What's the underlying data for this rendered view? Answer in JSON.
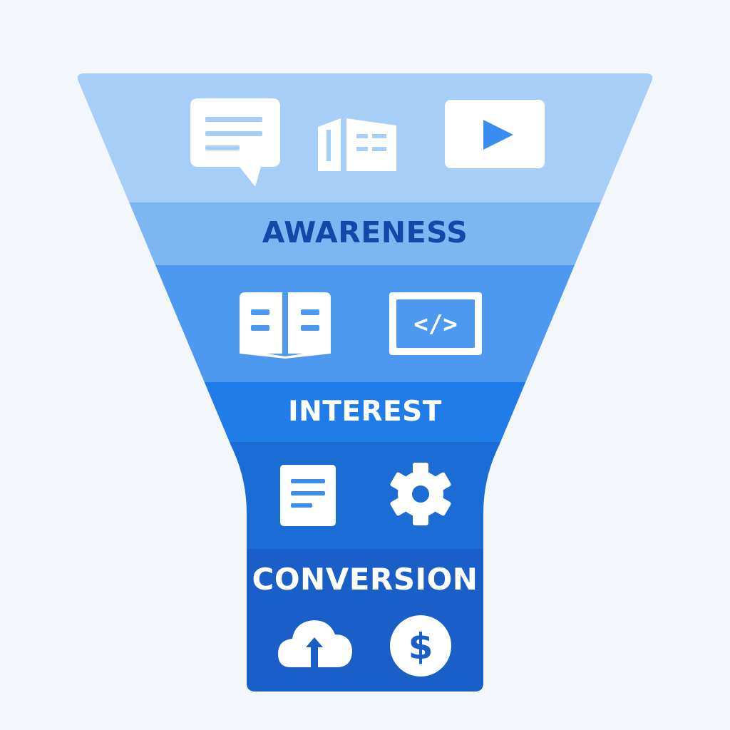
{
  "funnel": {
    "colors": {
      "background": "#f3f6fa",
      "band_1": "#a6cef7",
      "band_2": "#7db7f3",
      "band_3": "#4d99ef",
      "band_4": "#1f7ce8",
      "band_5": "#1c6cd6",
      "band_6": "#1a5fc8",
      "icon_fill": "#ffffff",
      "icon_accent": "#3b8cf0",
      "awareness_text": "#1448a8",
      "light_text": "#ffffff"
    },
    "stages": [
      {
        "label": "AWARENESS",
        "icons": [
          "chat-bubble-icon",
          "open-book-outline-icon",
          "video-play-icon"
        ]
      },
      {
        "label": "INTEREST",
        "icons": [
          "open-book-icon",
          "code-window-icon"
        ]
      },
      {
        "label": "CONVERSION",
        "icons": [
          "document-icon",
          "gear-icon",
          "cloud-upload-icon",
          "dollar-coin-icon"
        ]
      }
    ]
  }
}
